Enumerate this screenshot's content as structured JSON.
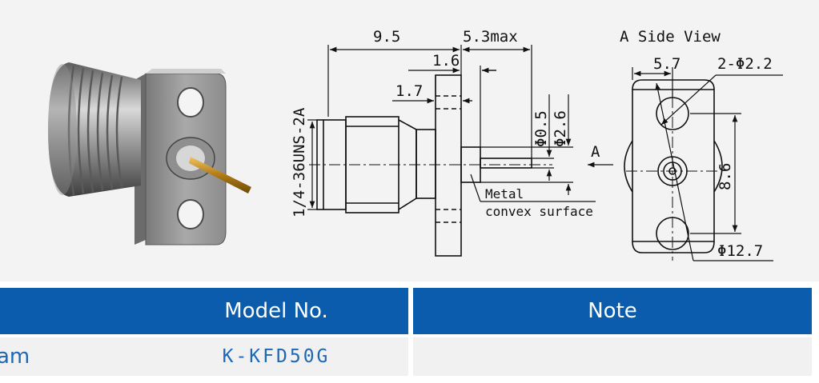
{
  "drawing": {
    "dim_total_length": "9.5",
    "dim_pin_length": "5.3max",
    "dim_flange_thickness": "1.6",
    "dim_step": "1.7",
    "dim_thread": "1/4-36UNS-2A",
    "dim_pin_dia": "Φ0.5",
    "dim_insulator_dia": "Φ2.6",
    "view_arrow_label": "A",
    "callout_line1": "Metal",
    "callout_line2": "convex surface",
    "side_view_title": "A Side View",
    "dim_hole_offset": "5.7",
    "dim_holes": "2-Φ2.2",
    "dim_hole_spacing": "8.6",
    "dim_flange_dia": "Φ12.7"
  },
  "table": {
    "header_model": "Model No.",
    "header_note": "Note",
    "row_label_partial": "am",
    "row_model": "K-KFD50G",
    "row_note": ""
  },
  "colors": {
    "header_bg": "#0b5cad",
    "accent_text": "#1f66b3",
    "panel_bg": "#f3f3f3"
  }
}
